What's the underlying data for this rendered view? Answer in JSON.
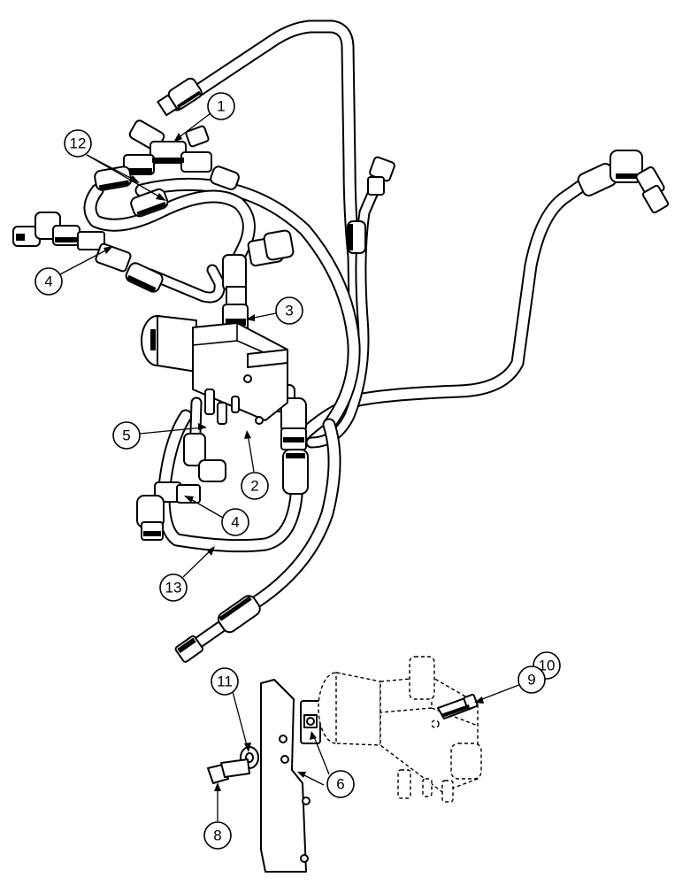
{
  "callouts": [
    {
      "id": "c1",
      "label": "1"
    },
    {
      "id": "c12",
      "label": "12"
    },
    {
      "id": "c4a",
      "label": "4"
    },
    {
      "id": "c3",
      "label": "3"
    },
    {
      "id": "c5",
      "label": "5"
    },
    {
      "id": "c2",
      "label": "2"
    },
    {
      "id": "c4b",
      "label": "4"
    },
    {
      "id": "c13",
      "label": "13"
    },
    {
      "id": "c11",
      "label": "11"
    },
    {
      "id": "c10",
      "label": "10"
    },
    {
      "id": "c9",
      "label": "9"
    },
    {
      "id": "c6",
      "label": "6"
    },
    {
      "id": "c8",
      "label": "8"
    }
  ]
}
